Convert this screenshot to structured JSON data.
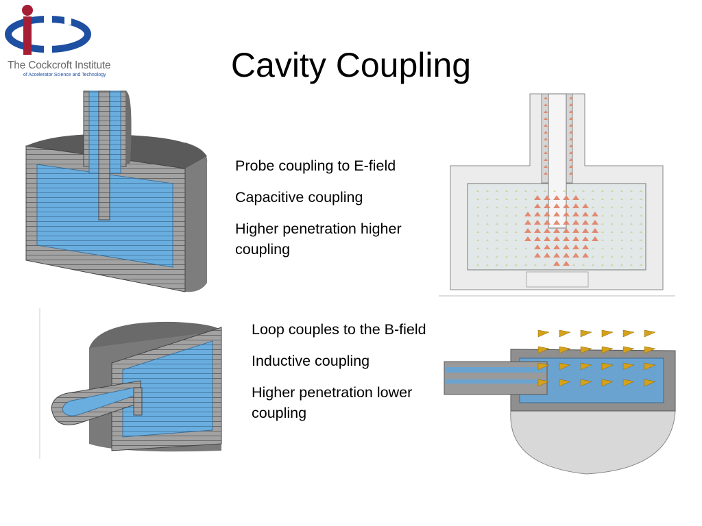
{
  "logo": {
    "name": "The Cockcroft Institute",
    "subtitle": "of Accelerator Science and Technology",
    "colors": {
      "blue": "#1e4fa1",
      "red": "#a51e36",
      "gray": "#6a6a6a"
    }
  },
  "title": "Cavity Coupling",
  "probe": {
    "lines": [
      "Probe coupling to E-field",
      "Capacitive coupling",
      "Higher penetration higher coupling"
    ]
  },
  "loop": {
    "lines": [
      "Loop couples to the B-field",
      "Inductive coupling",
      "Higher penetration lower coupling"
    ]
  },
  "colors": {
    "cavity_fill": "#6aaee0",
    "metal": "#9a9a9a",
    "arrow": "#d6a11a"
  }
}
